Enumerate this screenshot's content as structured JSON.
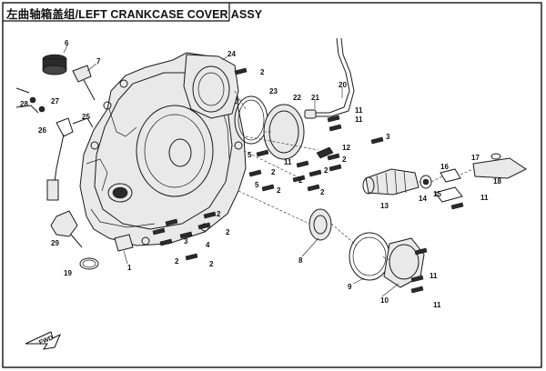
{
  "title": "左曲轴箱盖组/LEFT CRANKCASE COVER ASSY",
  "fwd_label": "FWD",
  "callouts": [
    {
      "n": "6"
    },
    {
      "n": "7"
    },
    {
      "n": "24"
    },
    {
      "n": "2"
    },
    {
      "n": "20"
    },
    {
      "n": "23"
    },
    {
      "n": "22"
    },
    {
      "n": "21"
    },
    {
      "n": "11"
    },
    {
      "n": "11"
    },
    {
      "n": "27"
    },
    {
      "n": "28"
    },
    {
      "n": "26"
    },
    {
      "n": "25"
    },
    {
      "n": "3"
    },
    {
      "n": "12"
    },
    {
      "n": "5"
    },
    {
      "n": "2"
    },
    {
      "n": "11"
    },
    {
      "n": "2"
    },
    {
      "n": "2"
    },
    {
      "n": "2"
    },
    {
      "n": "5"
    },
    {
      "n": "2"
    },
    {
      "n": "2"
    },
    {
      "n": "4"
    },
    {
      "n": "3"
    },
    {
      "n": "2"
    },
    {
      "n": "2"
    },
    {
      "n": "2"
    },
    {
      "n": "13"
    },
    {
      "n": "14"
    },
    {
      "n": "16"
    },
    {
      "n": "17"
    },
    {
      "n": "18"
    },
    {
      "n": "15"
    },
    {
      "n": "11"
    },
    {
      "n": "29"
    },
    {
      "n": "19"
    },
    {
      "n": "1"
    },
    {
      "n": "8"
    },
    {
      "n": "9"
    },
    {
      "n": "10"
    },
    {
      "n": "11"
    },
    {
      "n": "11"
    },
    {
      "n": "2"
    }
  ]
}
